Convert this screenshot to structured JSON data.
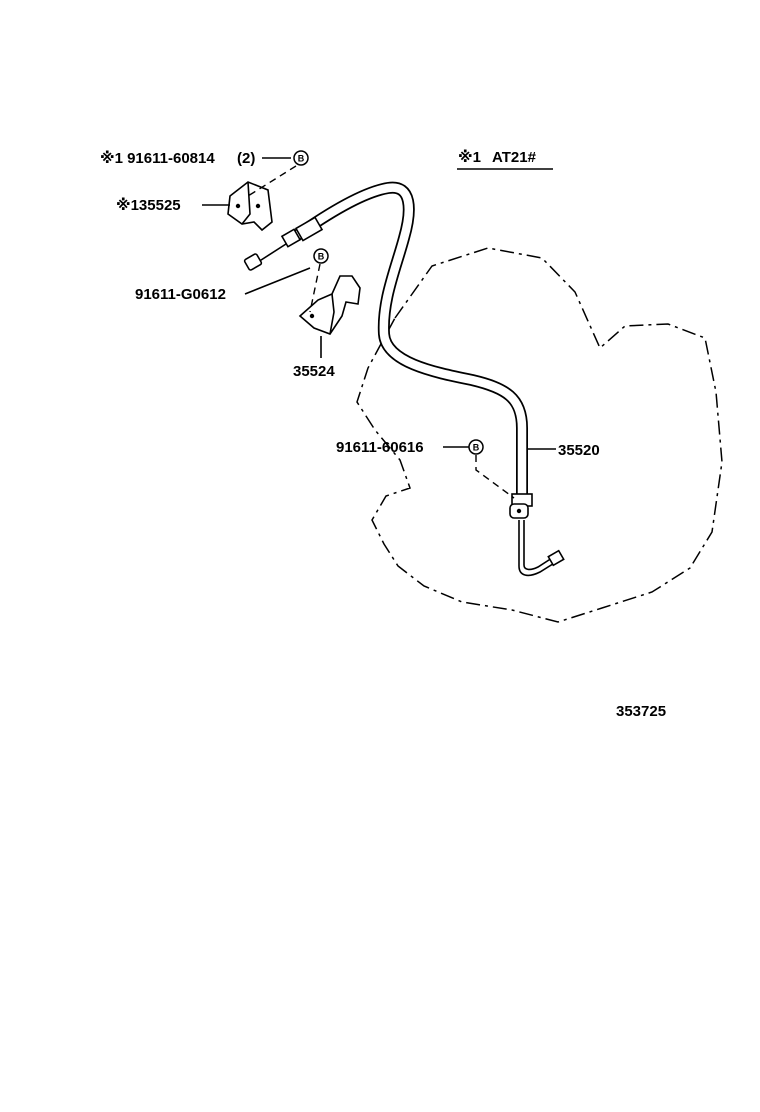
{
  "header": {
    "note_mark": "※1",
    "note_code": "AT21#"
  },
  "callouts": {
    "bolt_top": {
      "part_no": "※1 91611-60814",
      "qty": "(2)",
      "mark": "B"
    },
    "bracket_top": {
      "part_no": "※135525"
    },
    "bolt_mid": {
      "part_no": "91611-G0612",
      "mark": "B"
    },
    "bracket_mid": {
      "part_no": "35524"
    },
    "bolt_low": {
      "part_no": "91611-60616",
      "mark": "B"
    },
    "cable": {
      "part_no": "35520"
    }
  },
  "footer": {
    "illustration_no": "353725"
  }
}
